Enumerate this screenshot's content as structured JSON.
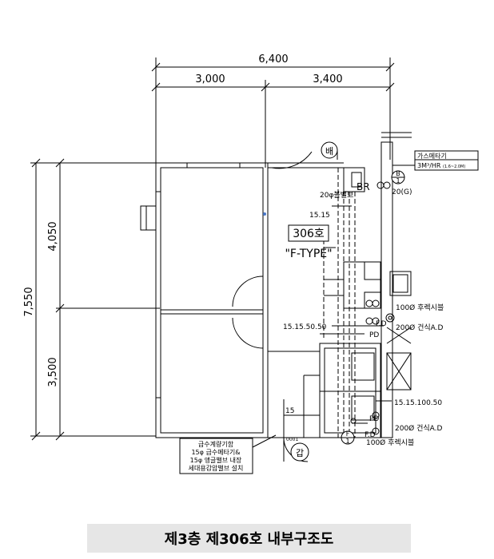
{
  "dims": {
    "top_total": "6,400",
    "top_left": "3,000",
    "top_right": "3,400",
    "left_total": "7,550",
    "left_upper": "4,050",
    "left_lower": "3,500"
  },
  "unit": {
    "number": "306호",
    "type": "\"F-TYPE\""
  },
  "symbols": {
    "vent_top": "배",
    "br": "BR",
    "entrance": "갑",
    "b1_top": "B",
    "b1_bot": "1",
    "f1_top": "F",
    "f1_bot": "1",
    "pd1": "PD",
    "pd2": "PD",
    "fd1": "F.D",
    "fd2": "F.D"
  },
  "notes": {
    "gas_meter_l1": "가스메타기",
    "gas_meter_l2": "3M³/HR",
    "gas_meter_l2_small": "(1.6~2.0M)",
    "valve": "20φ볼밸브",
    "g20": "20(G)",
    "n1515a": "15.15",
    "n1515_50_50": "15.15.50.50",
    "vent100a": "100Ø 후렉시블",
    "dry200a": "200Ø 건식A.D",
    "n15_15_100_50": "15.15.100.50",
    "dry200b": "200Ø 건식A.D",
    "vent100b": "100Ø 후렉시블",
    "n15": "15",
    "n0001": "0001"
  },
  "water_box": {
    "l1": "급수계량기함",
    "l2": "15φ 급수메타기&",
    "l3": "15φ 앵글밸브 내장",
    "l4": "세대용감압밸브 설치"
  },
  "caption": "제3층 제306호 내부구조도"
}
